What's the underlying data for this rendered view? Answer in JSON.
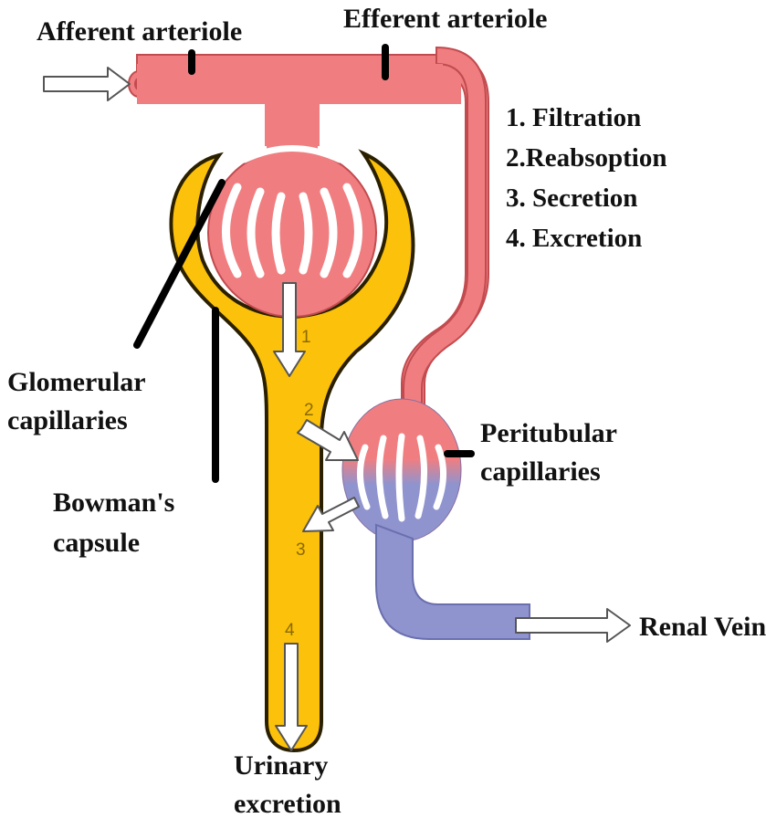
{
  "labels": {
    "afferent": "Afferent arteriole",
    "efferent": "Efferent arteriole",
    "glomerular_1": "Glomerular",
    "glomerular_2": "capillaries",
    "bowman_1": "Bowman's",
    "bowman_2": "capsule",
    "peritubular_1": "Peritubular",
    "peritubular_2": "capillaries",
    "renal_vein": "Renal Vein",
    "urinary_1": "Urinary",
    "urinary_2": "excretion"
  },
  "processes": [
    "1. Filtration",
    "2.Reabsoption",
    "3. Secretion",
    "4. Excretion"
  ],
  "step_markers": [
    "1",
    "2",
    "3",
    "4"
  ],
  "colors": {
    "artery": "#f07e80",
    "artery_outline": "#c24b4f",
    "capsule": "#fcc10a",
    "capsule_outline": "#2a2000",
    "vein": "#8f94cf",
    "vein_outline": "#6a6fae",
    "arrow_fill": "#ffffff",
    "arrow_stroke": "#555555"
  }
}
